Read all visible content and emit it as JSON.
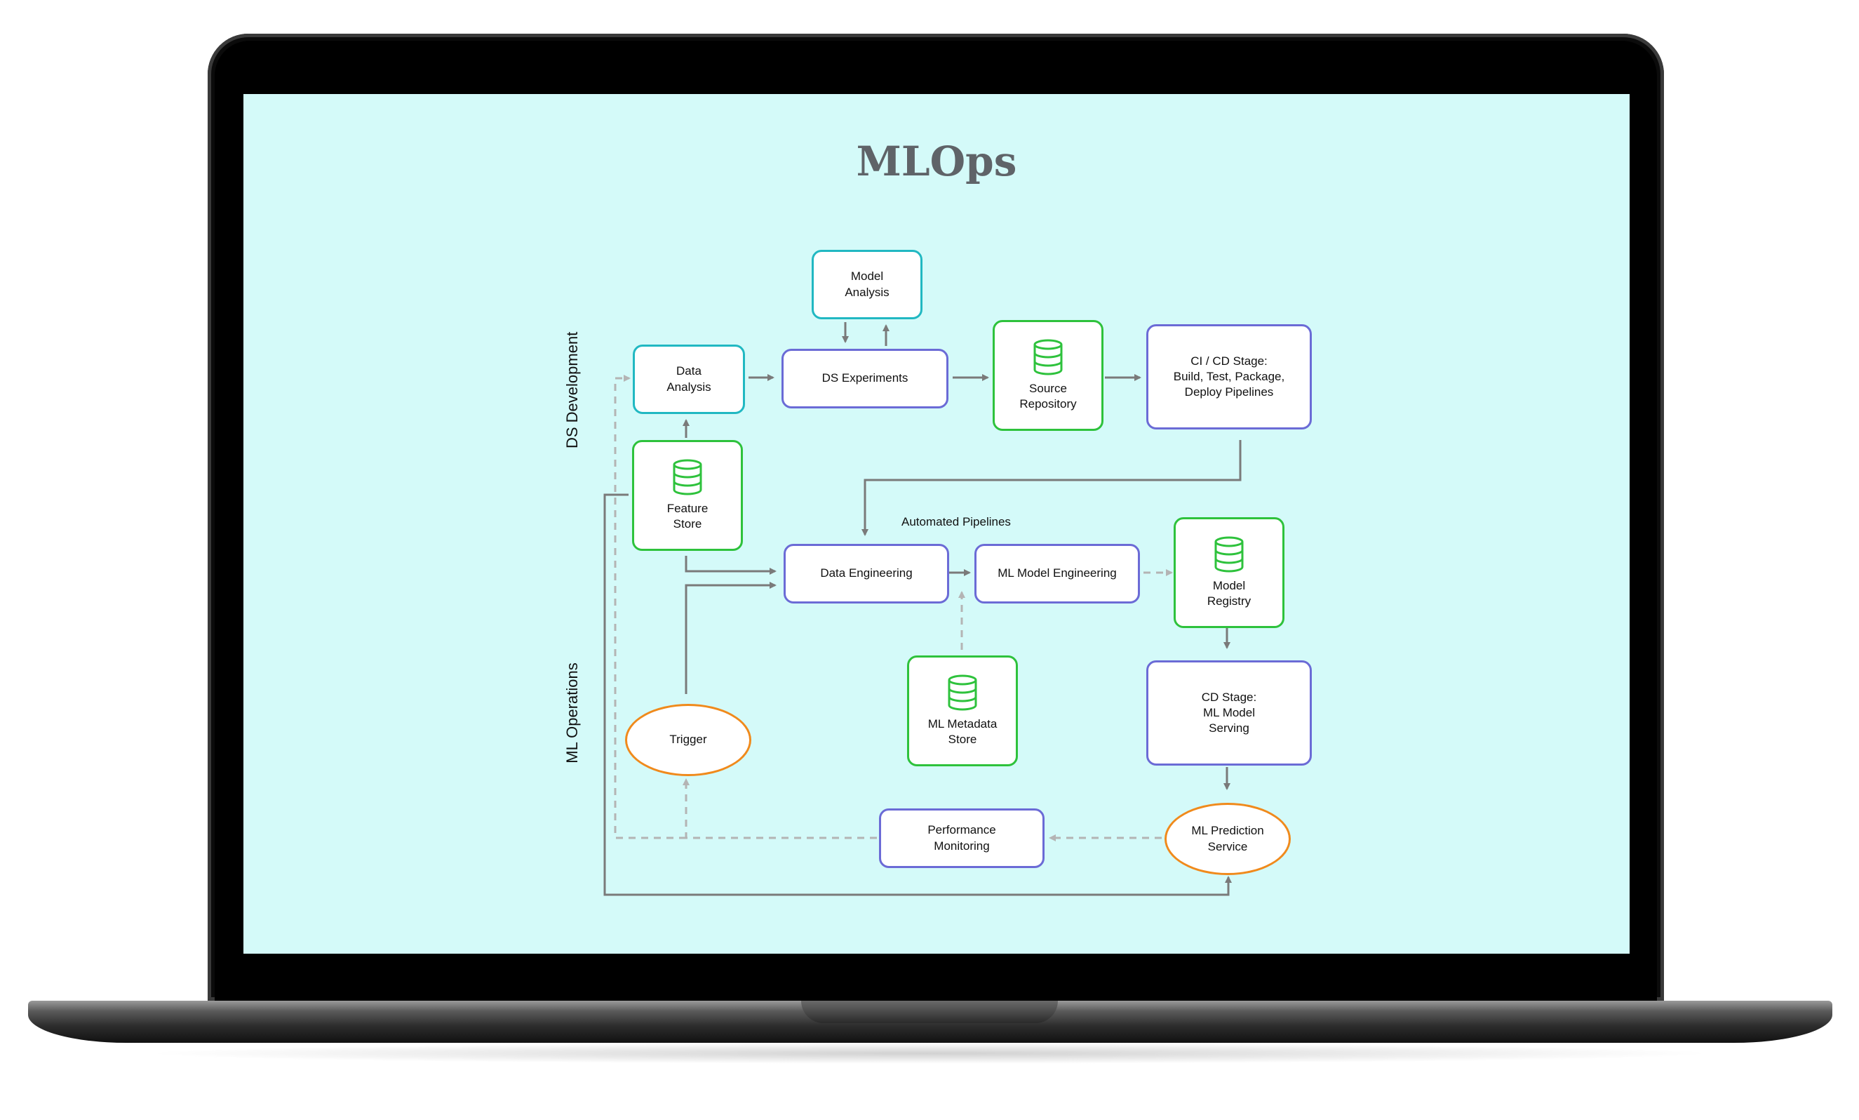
{
  "diagram": {
    "title": "MLOps",
    "sections": {
      "ds_development": "DS Development",
      "ml_operations": "ML Operations"
    },
    "annotations": {
      "automated_pipelines": "Automated Pipelines"
    },
    "nodes": {
      "model_analysis": "Model\nAnalysis",
      "data_analysis": "Data\nAnalysis",
      "ds_experiments": "DS Experiments",
      "source_repository": "Source\nRepository",
      "ci_cd_stage": "CI / CD Stage:\nBuild, Test, Package,\nDeploy Pipelines",
      "feature_store": "Feature\nStore",
      "data_engineering": "Data Engineering",
      "ml_model_engineering": "ML Model Engineering",
      "model_registry": "Model\nRegistry",
      "ml_metadata_store": "ML Metadata\nStore",
      "cd_stage": "CD Stage:\nML Model\nServing",
      "trigger": "Trigger",
      "performance_monitoring": "Performance\nMonitoring",
      "ml_prediction_service": "ML Prediction\nService"
    },
    "colors": {
      "background": "#d4faf9",
      "analysis_border": "#21b8c2",
      "store_border": "#2ec23c",
      "process_border": "#6b6bd6",
      "event_border": "#f08a1c",
      "arrow": "#7a7a7a",
      "dashed_arrow": "#b4b4b4"
    },
    "icons": {
      "store": "database-icon"
    }
  }
}
